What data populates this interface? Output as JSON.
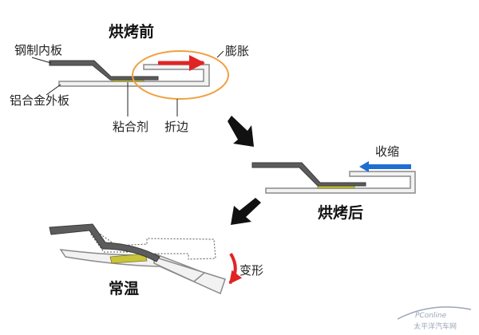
{
  "stages": {
    "before": "烘烤前",
    "after": "烘烤后",
    "room": "常温"
  },
  "labels": {
    "steel_inner": "钢制内板",
    "al_outer": "铝合金外板",
    "adhesive": "粘合剂",
    "hem": "折边",
    "expand": "膨胀",
    "shrink": "收缩",
    "deform": "变形"
  },
  "watermark": {
    "brand": "PConline",
    "sub": "太平洋汽车网"
  },
  "colors": {
    "steel": "#5c5c5c",
    "aluminum": "#f2f2f2",
    "aluminum_edge": "#8a8a8a",
    "adhesive": "#c9c43a",
    "expand_arrow": "#e02424",
    "shrink_arrow": "#1f6fd1",
    "hem_highlight": "#f0a040",
    "flow_arrow": "#111111",
    "deform_arrow": "#e02424"
  }
}
